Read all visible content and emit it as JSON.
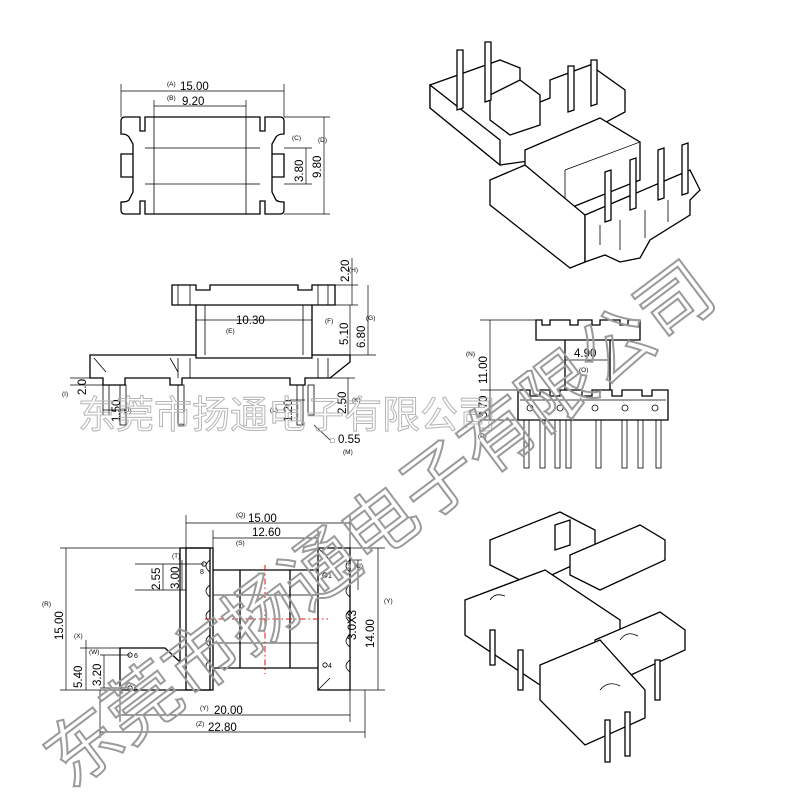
{
  "watermark": {
    "diagonal_text": "东莞市扬通电子有限公司",
    "horizontal_text": "东莞市扬通电子有限公司"
  },
  "top_view": {
    "dims": [
      {
        "letter": "(A)",
        "value": "15.00"
      },
      {
        "letter": "(B)",
        "value": "9.20"
      },
      {
        "letter": "(C)",
        "value": "3.80"
      },
      {
        "letter": "(D)",
        "value": "9.80"
      }
    ]
  },
  "side_view": {
    "dims": [
      {
        "letter": "(H)",
        "value": "2.20"
      },
      {
        "letter": "(E)",
        "value": "10.30"
      },
      {
        "letter": "(F)",
        "value": "5.10"
      },
      {
        "letter": "(G)",
        "value": "6.80"
      },
      {
        "letter": "(I)",
        "value": "2.0"
      },
      {
        "letter": "(J)",
        "value": "1.50"
      },
      {
        "letter": "(L)",
        "value": "1.20"
      },
      {
        "letter": "(K)",
        "value": "2.50"
      },
      {
        "letter": "(M)",
        "value": "0.55"
      }
    ]
  },
  "front_view": {
    "dims": [
      {
        "letter": "(O)",
        "value": "4.90"
      },
      {
        "letter": "(N)",
        "value": "11.00"
      },
      {
        "letter": "(P)",
        "value": "3.70"
      }
    ]
  },
  "bottom_view": {
    "dims": [
      {
        "letter": "(Q)",
        "value": "15.00"
      },
      {
        "letter": "(S)",
        "value": "12.60"
      },
      {
        "letter": "(R)",
        "value": "15.00"
      },
      {
        "letter": "(T)",
        "value": "3.00"
      },
      {
        "letter": "",
        "value": "2.55"
      },
      {
        "letter": "(U)",
        "value": "3.0X3"
      },
      {
        "letter": "(Y)",
        "value": "14.00"
      },
      {
        "letter": "(X)",
        "value": "5.40"
      },
      {
        "letter": "(W)",
        "value": "3.20"
      },
      {
        "letter": "(Y)",
        "value": "20.00"
      },
      {
        "letter": "(Z)",
        "value": "22.80"
      }
    ],
    "pins": [
      "1",
      "4",
      "5",
      "6",
      "8"
    ]
  }
}
